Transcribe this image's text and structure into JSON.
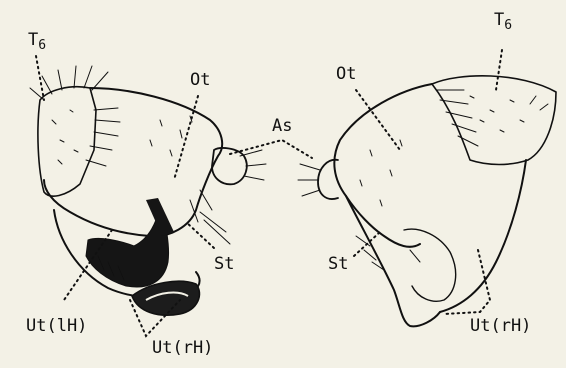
{
  "labels": {
    "T6_left": {
      "base": "T",
      "sub": "6"
    },
    "T6_right": {
      "base": "T",
      "sub": "6"
    },
    "Ot_left": "Ot",
    "Ot_right": "Ot",
    "As": "As",
    "St_left": "St",
    "St_right": "St",
    "Ut_lH": "Ut(lH)",
    "Ut_rH_left": "Ut(rH)",
    "Ut_rH_right": "Ut(rH)"
  }
}
